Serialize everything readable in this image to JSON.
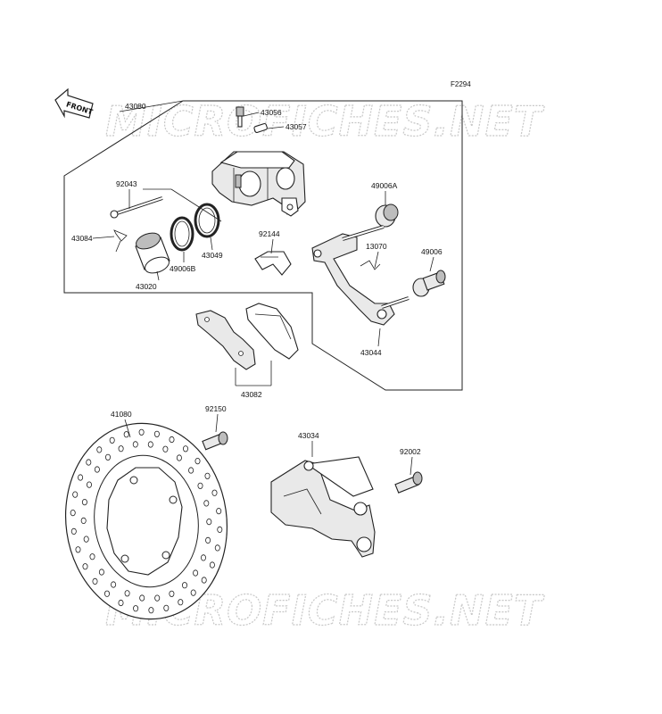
{
  "figure_id": "F2294",
  "watermark": "MICROFICHES.NET",
  "front_label": "FRONT",
  "parts": [
    {
      "label": "43080"
    },
    {
      "label": "43056"
    },
    {
      "label": "43057"
    },
    {
      "label": "92043"
    },
    {
      "label": "43084"
    },
    {
      "label": "43020"
    },
    {
      "label": "49006B"
    },
    {
      "label": "43049"
    },
    {
      "label": "92144"
    },
    {
      "label": "49006A"
    },
    {
      "label": "13070"
    },
    {
      "label": "49006"
    },
    {
      "label": "43044"
    },
    {
      "label": "43082"
    },
    {
      "label": "41080"
    },
    {
      "label": "92150"
    },
    {
      "label": "43034"
    },
    {
      "label": "92002"
    }
  ]
}
